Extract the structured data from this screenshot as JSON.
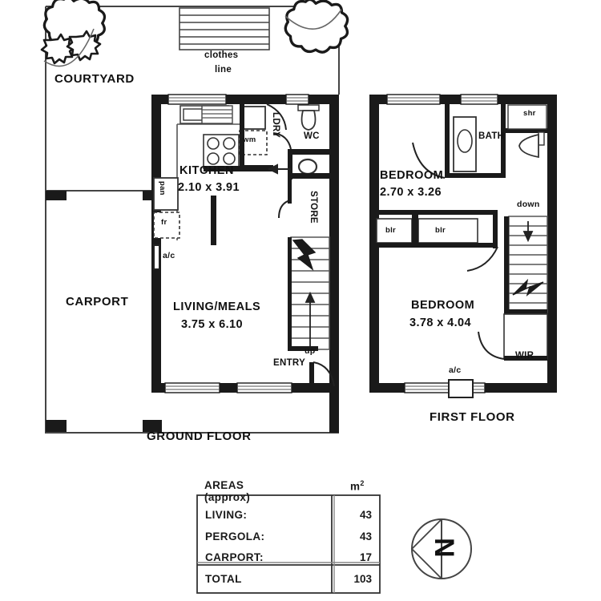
{
  "document": {
    "type": "architectural-floor-plan",
    "floors": [
      {
        "id": "ground",
        "label": "GROUND FLOOR",
        "rooms": [
          {
            "name": "COURTYARD",
            "dimensions": ""
          },
          {
            "name": "CARPORT",
            "dimensions": ""
          },
          {
            "name": "KITCHEN",
            "dimensions": "2.10 x 3.91"
          },
          {
            "name": "LIVING/MEALS",
            "dimensions": "3.75 x 6.10"
          },
          {
            "name": "WC",
            "dimensions": ""
          },
          {
            "name": "LDRY",
            "dimensions": ""
          },
          {
            "name": "STORE",
            "dimensions": ""
          },
          {
            "name": "ENTRY",
            "dimensions": ""
          }
        ],
        "annotations": [
          {
            "text": "clothes",
            "kind": "feature"
          },
          {
            "text": "line",
            "kind": "feature"
          },
          {
            "text": "pan",
            "kind": "fixture"
          },
          {
            "text": "fr",
            "kind": "fixture"
          },
          {
            "text": "wm",
            "kind": "fixture"
          },
          {
            "text": "a/c",
            "kind": "fixture"
          },
          {
            "text": "up",
            "kind": "stair-direction"
          }
        ]
      },
      {
        "id": "first",
        "label": "FIRST FLOOR",
        "rooms": [
          {
            "name": "BEDROOM",
            "dimensions": "2.70 x 3.26"
          },
          {
            "name": "BEDROOM",
            "dimensions": "3.78 x 4.04"
          },
          {
            "name": "BATH",
            "dimensions": ""
          }
        ],
        "annotations": [
          {
            "text": "shr",
            "kind": "fixture"
          },
          {
            "text": "blr",
            "kind": "fixture"
          },
          {
            "text": "blr",
            "kind": "fixture"
          },
          {
            "text": "WIR",
            "kind": "fixture"
          },
          {
            "text": "a/c",
            "kind": "fixture"
          },
          {
            "text": "down",
            "kind": "stair-direction"
          }
        ]
      }
    ]
  },
  "ground": {
    "floor_label": "GROUND FLOOR",
    "courtyard": "COURTYARD",
    "carport": "CARPORT",
    "clothes_line_1": "clothes",
    "clothes_line_2": "line",
    "kitchen_name": "KITCHEN",
    "kitchen_dims": "2.10 x 3.91",
    "living_name": "LIVING/MEALS",
    "living_dims": "3.75 x 6.10",
    "wc": "WC",
    "ldry": "LDRY",
    "store": "STORE",
    "entry": "ENTRY",
    "up": "up",
    "pantry": "pan",
    "fridge": "fr",
    "washer": "wm",
    "aircon": "a/c"
  },
  "first": {
    "floor_label": "FIRST FLOOR",
    "bedroom1_name": "BEDROOM",
    "bedroom1_dims": "2.70 x 3.26",
    "bedroom2_name": "BEDROOM",
    "bedroom2_dims": "3.78 x 4.04",
    "bath": "BATH",
    "shower": "shr",
    "blr1": "blr",
    "blr2": "blr",
    "wir": "WIR",
    "aircon": "a/c",
    "down": "down"
  },
  "areas_table": {
    "header_label": "AREAS (approx)",
    "header_unit": "m",
    "header_unit_sup": "2",
    "rows": [
      {
        "label": "LIVING:",
        "value": "43"
      },
      {
        "label": "PERGOLA:",
        "value": "43"
      },
      {
        "label": "CARPORT:",
        "value": "17"
      }
    ],
    "total": {
      "label": "TOTAL",
      "value": "103"
    }
  },
  "compass": {
    "north_letter": "N"
  },
  "colors": {
    "wall": "#1a1a1a",
    "thin_line": "#555555",
    "background": "#ffffff",
    "text": "#111111"
  }
}
